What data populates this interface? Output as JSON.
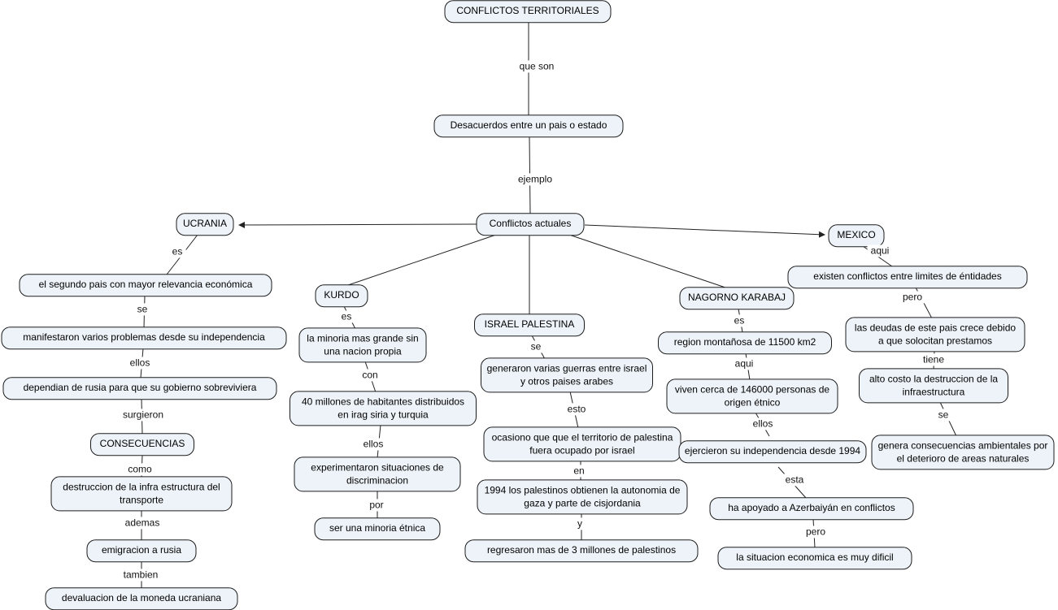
{
  "colors": {
    "background": "#ffffff",
    "node_fill": "#edf3f8",
    "node_border": "#1c1c1c",
    "connector_line": "#222222"
  },
  "root": {
    "concept": "CONFLICTOS TERRITORIALES",
    "link_definition": "que son",
    "definition": "Desacuerdos entre un pais o estado",
    "link_examples": "ejemplo",
    "hub": "Conflictos actuales"
  },
  "ucrania": {
    "title": "UCRANIA",
    "l1": "es",
    "n1": "el segundo pais con mayor relevancia económica",
    "l2": "se",
    "n2": "manifestaron varios problemas desde su independencia",
    "l3": "ellos",
    "n3": "dependian de rusia para que su gobierno sobreviviera",
    "l4": "surgieron",
    "n4": "CONSECUENCIAS",
    "l5": "como",
    "n5": "destruccion de la infra estructura del transporte",
    "l6": "ademas",
    "n6": "emigracion a rusia",
    "l7": "tambien",
    "n7": "devaluacion de la moneda ucraniana"
  },
  "kurdo": {
    "title": "KURDO",
    "l1": "es",
    "n1": "la minoria mas grande sin una nacion propia",
    "l2": "con",
    "n2": "40 millones de habitantes distribuidos en irag siria y turquia",
    "l3": "ellos",
    "n3": "experimentaron situaciones de discriminacion",
    "l4": "por",
    "n4": "ser una minoria étnica"
  },
  "israel_palestina": {
    "title": "ISRAEL PALESTINA",
    "l1": "se",
    "n1": "generaron varias guerras entre israel y otros paises arabes",
    "l2": "esto",
    "n2": "ocasiono que que el territorio de palestina fuera ocupado por israel",
    "l3": "en",
    "n3": "1994 los palestinos obtienen la autonomia de gaza y parte de cisjordania",
    "l4": "y",
    "n4": "regresaron mas de 3 millones de palestinos"
  },
  "nagorno_karabaj": {
    "title": "NAGORNO KARABAJ",
    "l1": "es",
    "n1": "region montañosa de 11500 km2",
    "l2": "aqui",
    "n2": "viven cerca de 146000 personas de origen étnico",
    "l3": "ellos",
    "n3": "ejercieron su independencia desde 1994",
    "l4": "esta",
    "n4": "ha apoyado a Azerbaiyán en conflictos",
    "l5": "pero",
    "n5": "la situacion economica es muy dificil"
  },
  "mexico": {
    "title": "MEXICO",
    "l1": "aqui",
    "n1": "existen conflictos entre limites de éntidades",
    "l2": "pero",
    "n2": "las deudas de este pais crece debido a que solocitan prestamos",
    "l3": "tiene",
    "n3": "alto costo la destruccion de la infraestructura",
    "l4": "se",
    "n4": "genera consecuencias ambientales por el deterioro de areas naturales"
  }
}
